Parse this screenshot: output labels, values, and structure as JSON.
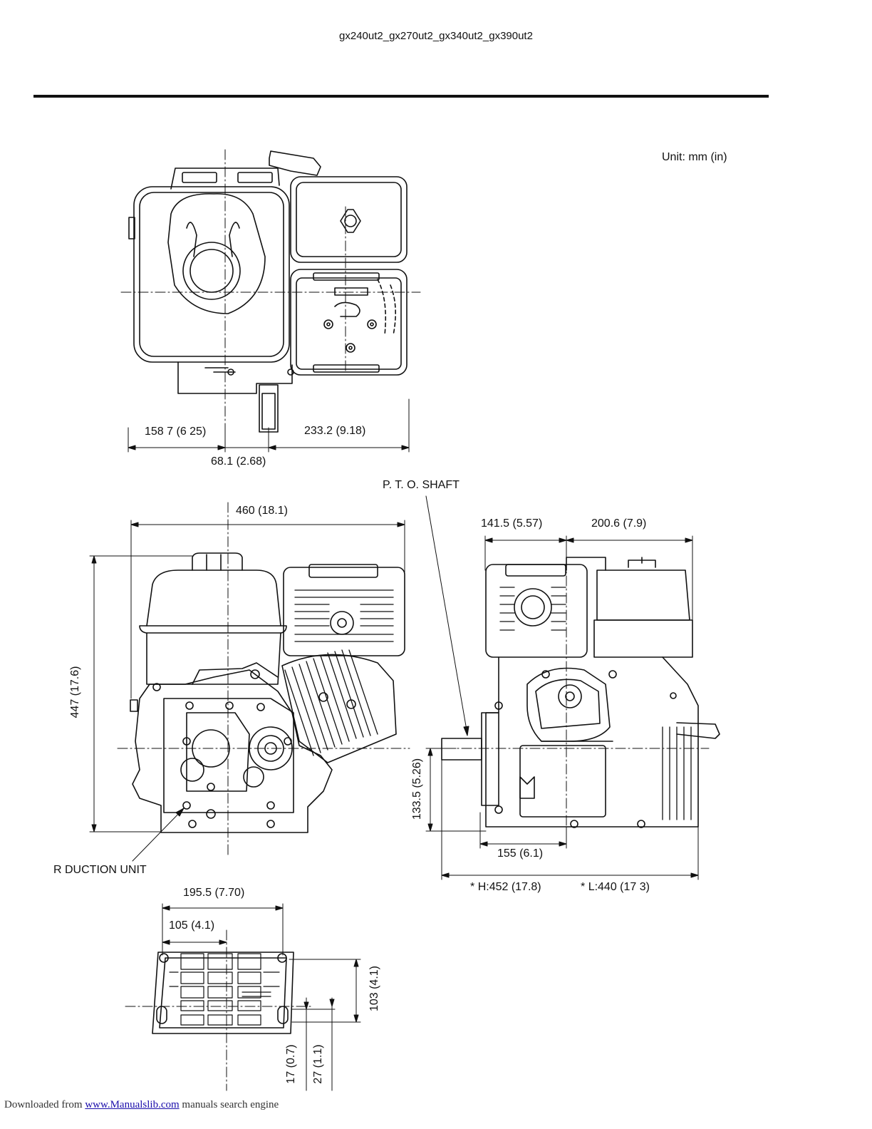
{
  "header": {
    "title": "gx240ut2_gx270ut2_gx340ut2_gx390ut2"
  },
  "unit_label": "Unit: mm (in)",
  "top_view": {
    "dim_left": "158 7 (6 25)",
    "dim_right": "233.2 (9.18)",
    "dim_offset": "68.1 (2.68)"
  },
  "front_view": {
    "dim_width": "460 (18.1)",
    "dim_height": "447 (17.6)",
    "callout": "R  DUCTION UNIT"
  },
  "side_view": {
    "callout": "P. T. O. SHAFT",
    "dim_left": "141.5 (5.57)",
    "dim_right": "200.6 (7.9)",
    "dim_height": "133.5 (5.26)",
    "dim_base": "155 (6.1)",
    "dim_h": "H:452 (17.8)",
    "dim_l": "L:440 (17 3)",
    "asterisk": "*"
  },
  "base_view": {
    "dim_width": "195.5 (7.70)",
    "dim_holes": "105 (4.1)",
    "dim_depth": "103 (4.1)",
    "dim_a": "17 (0.7)",
    "dim_b": "27 (1.1)"
  },
  "footer": {
    "prefix": "Downloaded from",
    "link": "www.Manualslib.com",
    "suffix": "manuals search engine"
  }
}
